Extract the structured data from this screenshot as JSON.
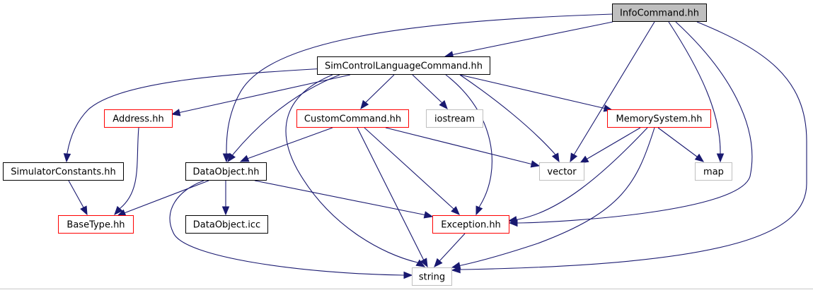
{
  "diagram": {
    "kind": "include dependency graph",
    "source_file": "InfoCommand.hh",
    "colors": {
      "edge": "#191970",
      "root_fill": "#bfbfbf",
      "documented_border": "#000000",
      "undocumented_border": "#ff0000",
      "system_border": "#bfbfbf",
      "system_text": "#3f3f3f"
    },
    "nodes": [
      {
        "id": "infocommand",
        "label": "InfoCommand.hh",
        "style": "root"
      },
      {
        "id": "simcontrol",
        "label": "SimControlLanguageCommand.hh",
        "style": "documented"
      },
      {
        "id": "address",
        "label": "Address.hh",
        "style": "undocumented"
      },
      {
        "id": "customcommand",
        "label": "CustomCommand.hh",
        "style": "undocumented"
      },
      {
        "id": "iostream",
        "label": "iostream",
        "style": "system"
      },
      {
        "id": "memorysystem",
        "label": "MemorySystem.hh",
        "style": "undocumented"
      },
      {
        "id": "simulatorconstants",
        "label": "SimulatorConstants.hh",
        "style": "documented"
      },
      {
        "id": "dataobject",
        "label": "DataObject.hh",
        "style": "documented"
      },
      {
        "id": "vector",
        "label": "vector",
        "style": "system"
      },
      {
        "id": "map",
        "label": "map",
        "style": "system"
      },
      {
        "id": "basetype",
        "label": "BaseType.hh",
        "style": "undocumented"
      },
      {
        "id": "dataobjecticc",
        "label": "DataObject.icc",
        "style": "documented"
      },
      {
        "id": "exception",
        "label": "Exception.hh",
        "style": "undocumented"
      },
      {
        "id": "string",
        "label": "string",
        "style": "system"
      }
    ],
    "edges": [
      {
        "from": "infocommand",
        "to": "simcontrol"
      },
      {
        "from": "infocommand",
        "to": "dataobject"
      },
      {
        "from": "infocommand",
        "to": "vector"
      },
      {
        "from": "infocommand",
        "to": "map"
      },
      {
        "from": "infocommand",
        "to": "exception"
      },
      {
        "from": "infocommand",
        "to": "string"
      },
      {
        "from": "simcontrol",
        "to": "simulatorconstants"
      },
      {
        "from": "simcontrol",
        "to": "address"
      },
      {
        "from": "simcontrol",
        "to": "dataobject"
      },
      {
        "from": "simcontrol",
        "to": "customcommand"
      },
      {
        "from": "simcontrol",
        "to": "iostream"
      },
      {
        "from": "simcontrol",
        "to": "memorysystem"
      },
      {
        "from": "simcontrol",
        "to": "vector"
      },
      {
        "from": "simcontrol",
        "to": "exception"
      },
      {
        "from": "simcontrol",
        "to": "string"
      },
      {
        "from": "address",
        "to": "basetype"
      },
      {
        "from": "customcommand",
        "to": "dataobject"
      },
      {
        "from": "customcommand",
        "to": "vector"
      },
      {
        "from": "customcommand",
        "to": "exception"
      },
      {
        "from": "customcommand",
        "to": "string"
      },
      {
        "from": "memorysystem",
        "to": "vector"
      },
      {
        "from": "memorysystem",
        "to": "map"
      },
      {
        "from": "memorysystem",
        "to": "exception"
      },
      {
        "from": "memorysystem",
        "to": "string"
      },
      {
        "from": "simulatorconstants",
        "to": "basetype"
      },
      {
        "from": "dataobject",
        "to": "basetype"
      },
      {
        "from": "dataobject",
        "to": "dataobjecticc"
      },
      {
        "from": "dataobject",
        "to": "exception"
      },
      {
        "from": "dataobject",
        "to": "string"
      },
      {
        "from": "exception",
        "to": "string"
      }
    ]
  }
}
